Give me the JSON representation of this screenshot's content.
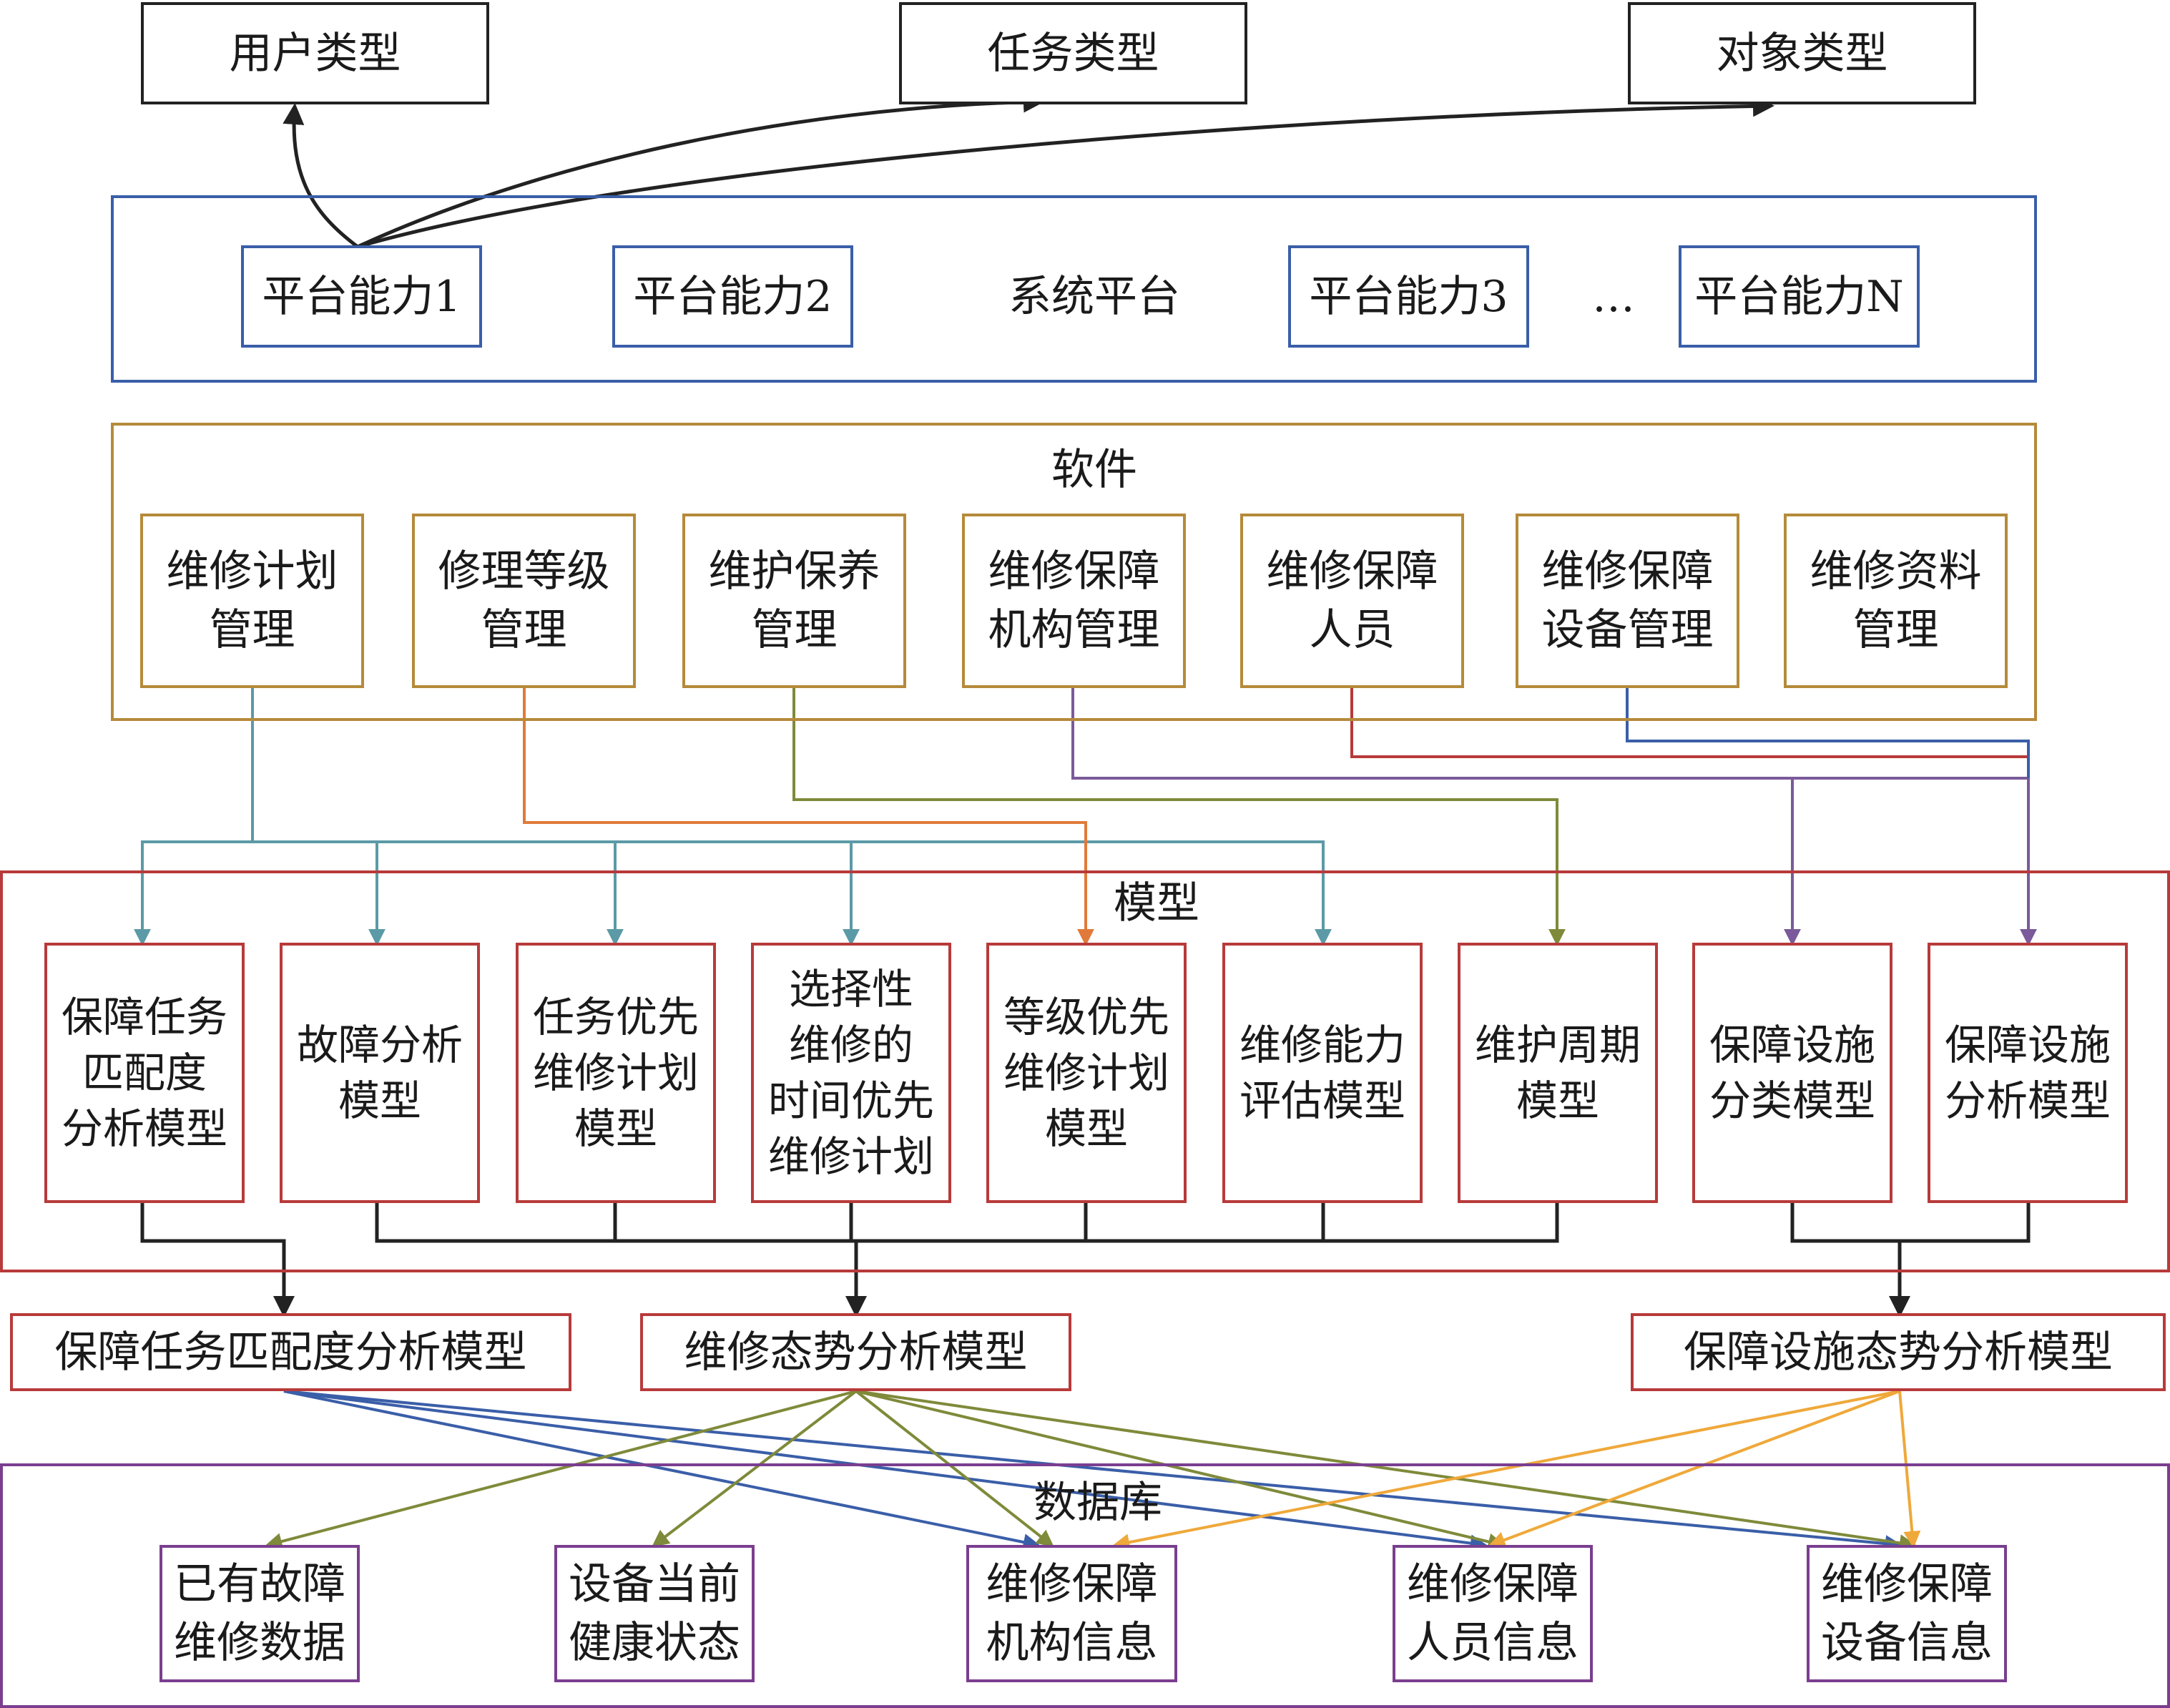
{
  "top_types": {
    "user": "用户类型",
    "task": "任务类型",
    "object": "对象类型"
  },
  "platform": {
    "title": "系统平台",
    "capabilities": [
      "平台能力1",
      "平台能力2",
      "平台能力3",
      "平台能力N"
    ],
    "ellipsis": "…"
  },
  "software": {
    "title": "软件",
    "items": [
      "维修计划\n管理",
      "修理等级\n管理",
      "维护保养\n管理",
      "维修保障\n机构管理",
      "维修保障\n人员",
      "维修保障\n设备管理",
      "维修资料\n管理"
    ]
  },
  "models": {
    "title": "模型",
    "items": [
      "保障任务\n匹配度\n分析模型",
      "故障分析\n模型",
      "任务优先\n维修计划\n模型",
      "选择性\n维修的\n时间优先\n维修计划",
      "等级优先\n维修计划\n模型",
      "维修能力\n评估模型",
      "维护周期\n模型",
      "保障设施\n分类模型",
      "保障设施\n分析模型"
    ]
  },
  "aggregates": [
    "保障任务匹配度分析模型",
    "维修态势分析模型",
    "保障设施态势分析模型"
  ],
  "database": {
    "title": "数据库",
    "items": [
      "已有故障\n维修数据",
      "设备当前\n健康状态",
      "维修保障\n机构信息",
      "维修保障\n人员信息",
      "维修保障\n设备信息"
    ]
  },
  "colors": {
    "black": "#222222",
    "platform_blue": "#3a5ea8",
    "software_gold": "#b58a3a",
    "model_red": "#b83a3a",
    "database_purple": "#7a3e8f",
    "teal_line": "#5b9aa6",
    "orange_line": "#e07a3a",
    "olive_line": "#7f8a3a",
    "purple_line": "#7a5a9a",
    "red_line": "#b83a3a",
    "blue_line": "#3a5ea8",
    "amber_line": "#efa83a"
  }
}
